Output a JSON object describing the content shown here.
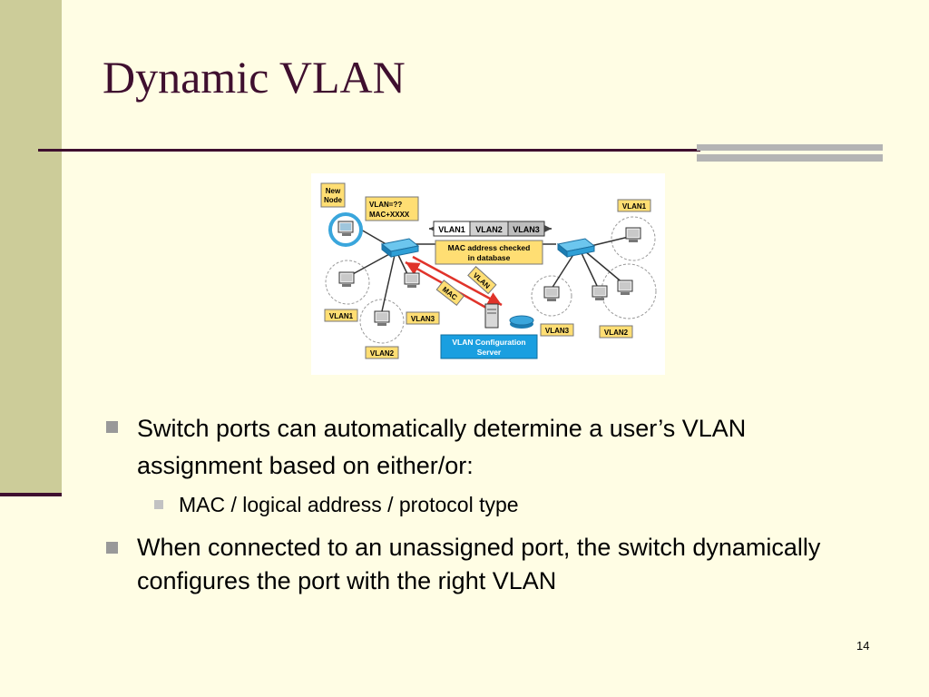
{
  "slide": {
    "title": "Dynamic VLAN",
    "page_number": "14"
  },
  "bullets": [
    {
      "text": "Switch ports can automatically determine a user’s VLAN assignment based on either/or:",
      "level": 1
    },
    {
      "text": "MAC / logical address / protocol type",
      "level": 2
    },
    {
      "text": "When connected to an unassigned port, the switch dynamically configures the port with the right VLAN",
      "level": 1
    }
  ],
  "diagram": {
    "new_node_label_1": "New",
    "new_node_label_2": "Node",
    "request_label_1": "VLAN=??",
    "request_label_2": "MAC+XXXX",
    "db_vlans": [
      "VLAN1",
      "VLAN2",
      "VLAN3"
    ],
    "db_note_1": "MAC address checked",
    "db_note_2": "in database",
    "arrow_label_vlan": "VLAN",
    "arrow_label_mac": "MAC",
    "server_label_1": "VLAN Configuration",
    "server_label_2": "Server",
    "host_labels": {
      "left_vlan1": "VLAN1",
      "left_vlan3": "VLAN3",
      "left_vlan2": "VLAN2",
      "right_top_vlan1": "VLAN1",
      "right_vlan3": "VLAN3",
      "right_vlan2": "VLAN2"
    },
    "colors": {
      "label_fill": "#ffde73",
      "switch": "#2e9fd6",
      "server_label": "#1a9fe0",
      "arrow": "#e0332a",
      "link": "#333333",
      "new_node_ring": "#3aa6dc"
    }
  }
}
